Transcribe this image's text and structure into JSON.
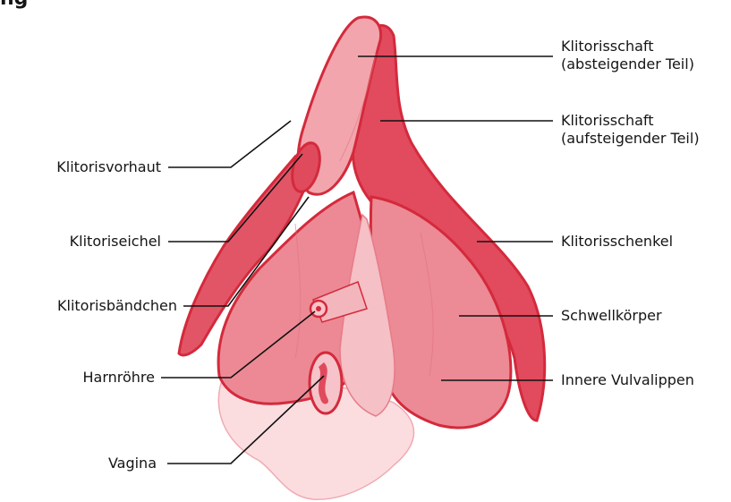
{
  "title_fragment": "ng",
  "colors": {
    "outline": "#d42a3c",
    "body_dark": "#e0475a",
    "body_mid": "#ec8a95",
    "body_light": "#f5bfc5",
    "body_pale": "#fbdadd",
    "leader": "#111111",
    "text": "#151515"
  },
  "labels_left": [
    {
      "key": "vorhaut",
      "text": "Klitorisvorhaut"
    },
    {
      "key": "eichel",
      "text": "Klitoriseichel"
    },
    {
      "key": "baendchen",
      "text": "Klitorisbändchen"
    },
    {
      "key": "harnroehre",
      "text": "Harnröhre"
    },
    {
      "key": "vagina",
      "text": "Vagina"
    }
  ],
  "labels_right": [
    {
      "key": "schaft_ab",
      "lines": [
        "Klitorisschaft",
        "(absteigender Teil)"
      ]
    },
    {
      "key": "schaft_auf",
      "lines": [
        "Klitorisschaft",
        "(aufsteigender Teil)"
      ]
    },
    {
      "key": "schenkel",
      "lines": [
        "Klitorisschenkel"
      ]
    },
    {
      "key": "schwell",
      "lines": [
        "Schwellkörper"
      ]
    },
    {
      "key": "vulvalippen",
      "lines": [
        "Innere Vulvalippen"
      ]
    }
  ]
}
